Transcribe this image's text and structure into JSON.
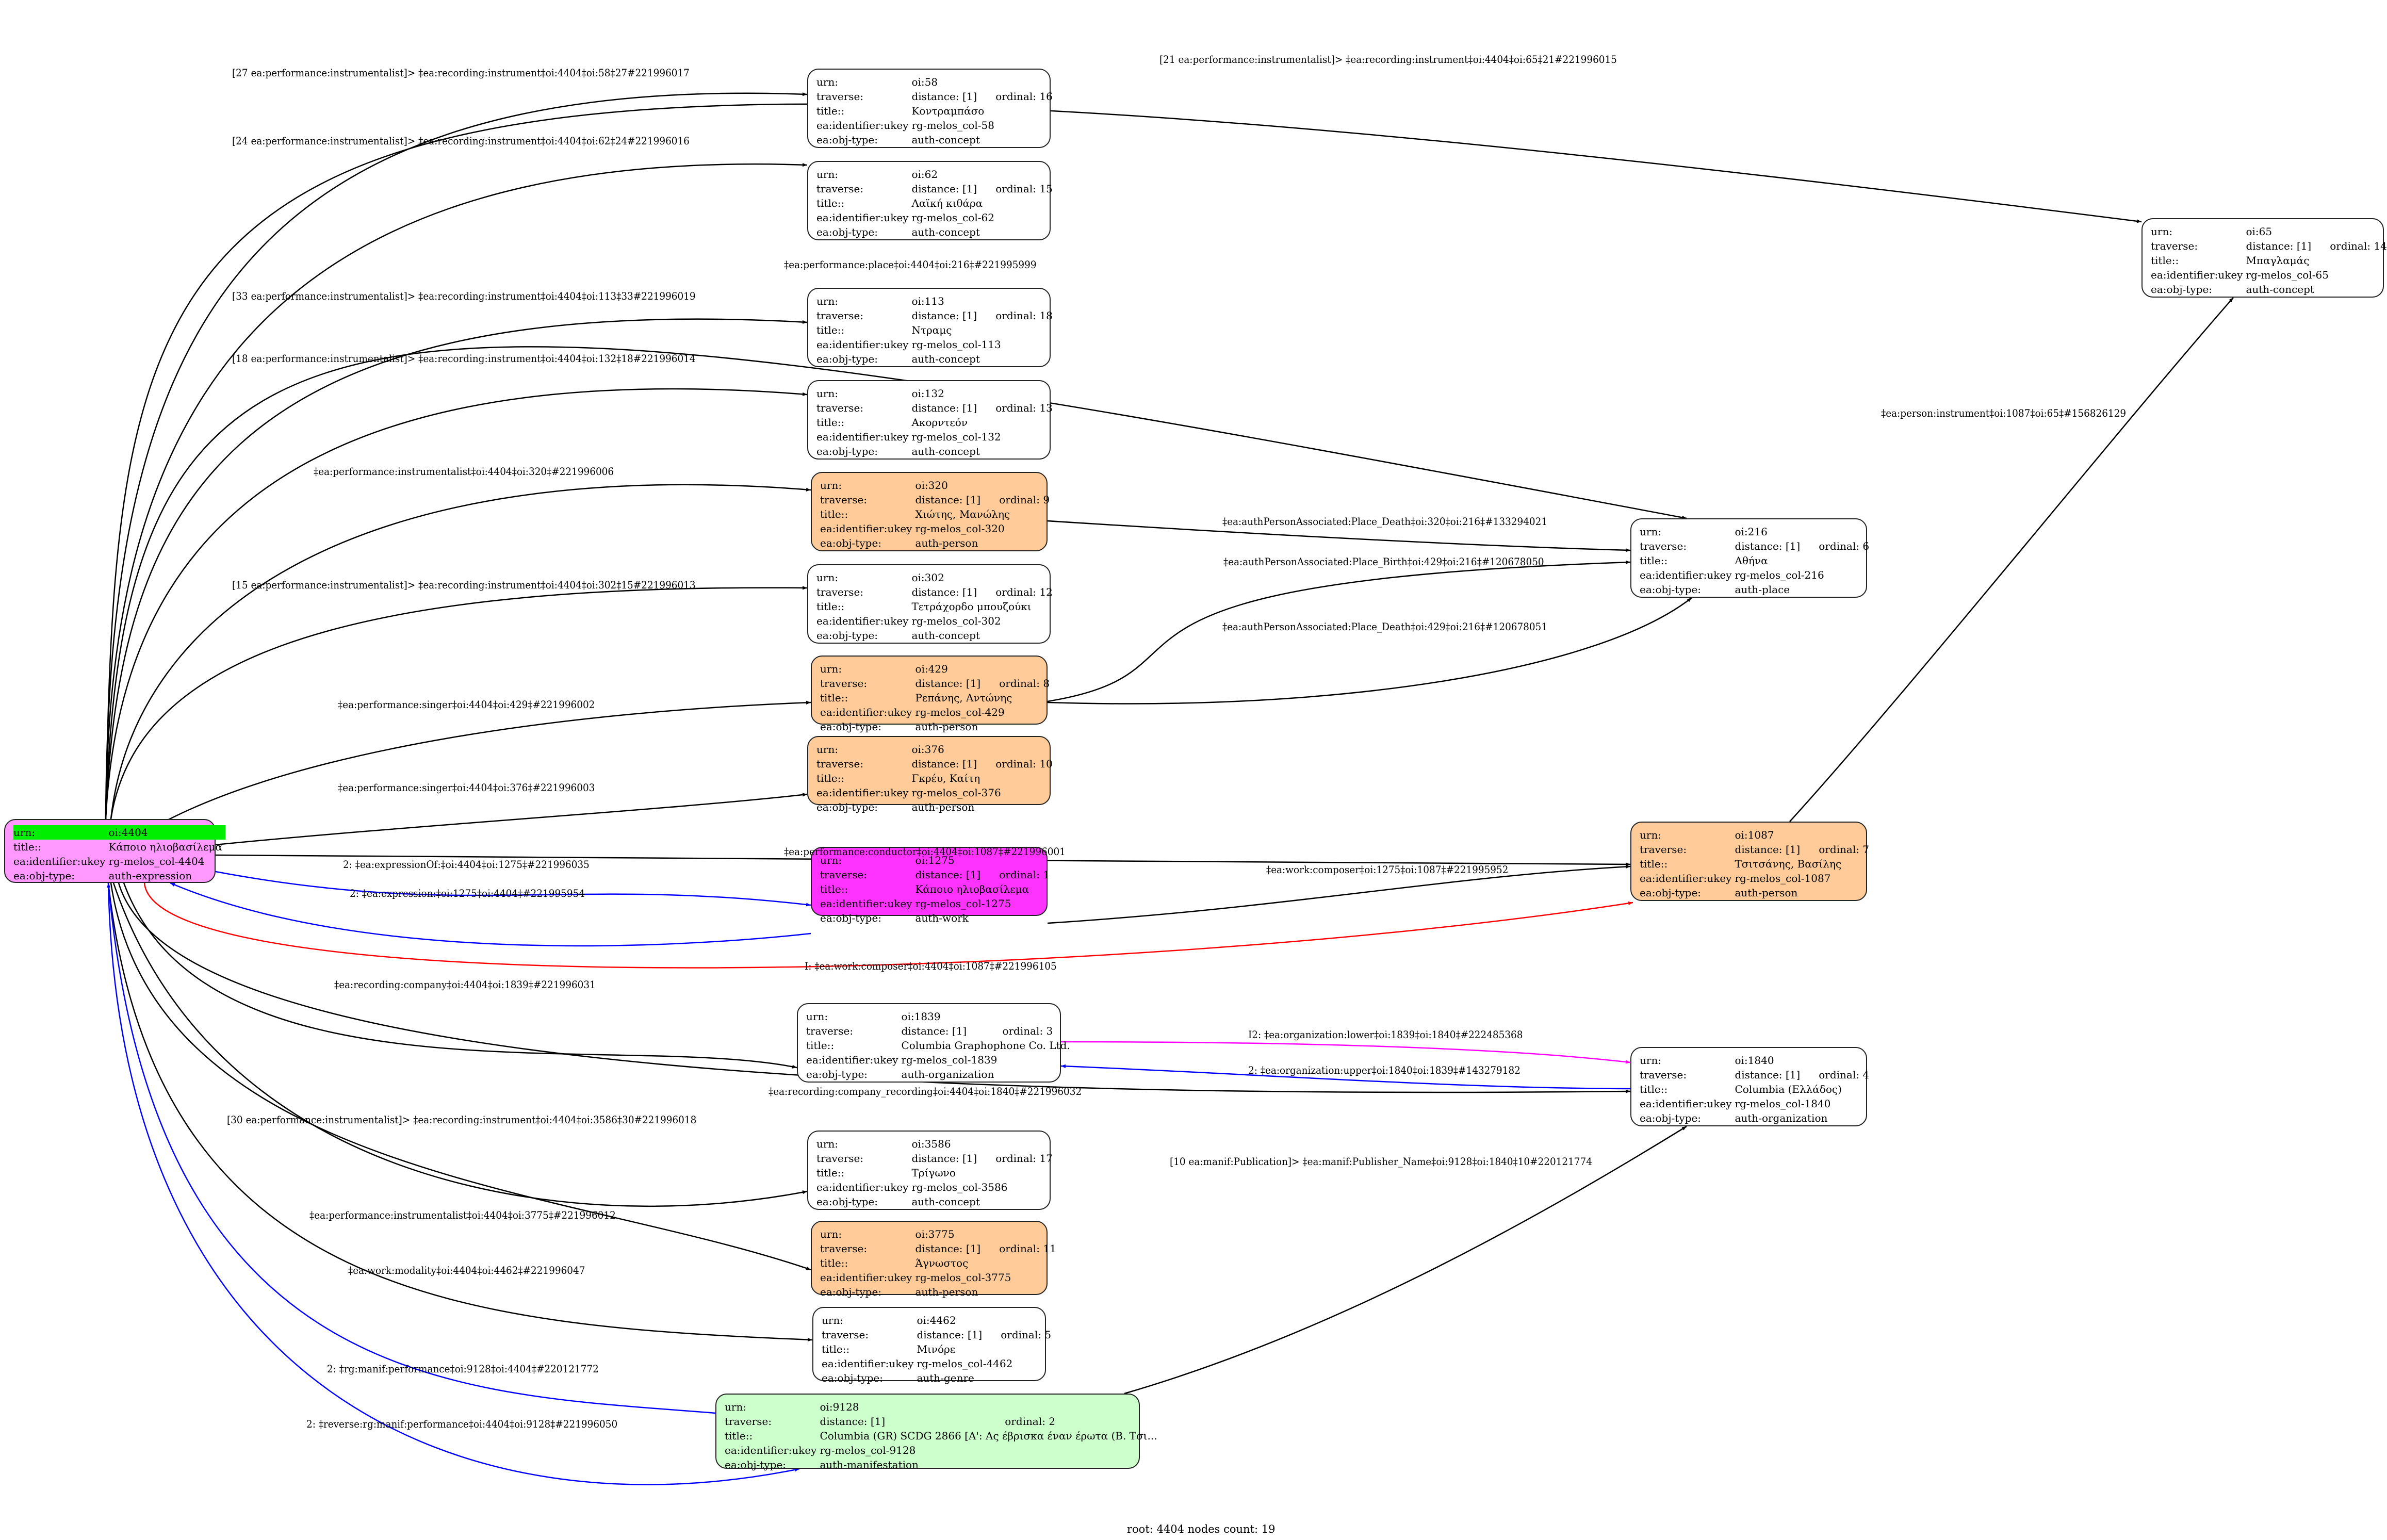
{
  "colors": {
    "root_fill": "#ff99ff",
    "root_highlight": "#00ee00",
    "person_fill": "#ffcc99",
    "work_fill": "#ff33ff",
    "manifestation_fill": "#ccffcc",
    "default_fill": "#ffffff",
    "edge_default": "#000000",
    "edge_blue": "#0000ff",
    "edge_red": "#ff0000",
    "edge_magenta": "#ff00ff"
  },
  "labels": {
    "urn": "urn:",
    "traverse": "traverse:",
    "title": "title::",
    "ukey": "ea:identifier:ukey",
    "objtype": "ea:obj-type:"
  },
  "nodes": [
    {
      "id": "4404",
      "urn": "oi:4404",
      "distance": "",
      "ordinal": "",
      "title": "Κάποιο ηλιοβασίλεμα",
      "ukey": "rg-melos_col-4404",
      "objtype": "auth-expression",
      "kind": "root"
    },
    {
      "id": "58",
      "urn": "oi:58",
      "distance": "distance: [1]",
      "ordinal": "ordinal: 16",
      "title": "Κοντραμπάσο",
      "ukey": "rg-melos_col-58",
      "objtype": "auth-concept",
      "kind": "default"
    },
    {
      "id": "62",
      "urn": "oi:62",
      "distance": "distance: [1]",
      "ordinal": "ordinal: 15",
      "title": "Λαϊκή κιθάρα",
      "ukey": "rg-melos_col-62",
      "objtype": "auth-concept",
      "kind": "default"
    },
    {
      "id": "65",
      "urn": "oi:65",
      "distance": "distance: [1]",
      "ordinal": "ordinal: 14",
      "title": "Μπαγλαμάς",
      "ukey": "rg-melos_col-65",
      "objtype": "auth-concept",
      "kind": "default"
    },
    {
      "id": "113",
      "urn": "oi:113",
      "distance": "distance: [1]",
      "ordinal": "ordinal: 18",
      "title": "Ντραμς",
      "ukey": "rg-melos_col-113",
      "objtype": "auth-concept",
      "kind": "default"
    },
    {
      "id": "132",
      "urn": "oi:132",
      "distance": "distance: [1]",
      "ordinal": "ordinal: 13",
      "title": "Ακορντεόν",
      "ukey": "rg-melos_col-132",
      "objtype": "auth-concept",
      "kind": "default"
    },
    {
      "id": "320",
      "urn": "oi:320",
      "distance": "distance: [1]",
      "ordinal": "ordinal: 9",
      "title": "Χιώτης, Μανώλης",
      "ukey": "rg-melos_col-320",
      "objtype": "auth-person",
      "kind": "person"
    },
    {
      "id": "216",
      "urn": "oi:216",
      "distance": "distance: [1]",
      "ordinal": "ordinal: 6",
      "title": "Αθήνα",
      "ukey": "rg-melos_col-216",
      "objtype": "auth-place",
      "kind": "default"
    },
    {
      "id": "302",
      "urn": "oi:302",
      "distance": "distance: [1]",
      "ordinal": "ordinal: 12",
      "title": "Τετράχορδο μπουζούκι",
      "ukey": "rg-melos_col-302",
      "objtype": "auth-concept",
      "kind": "default"
    },
    {
      "id": "429",
      "urn": "oi:429",
      "distance": "distance: [1]",
      "ordinal": "ordinal: 8",
      "title": "Ρεπάνης, Αντώνης",
      "ukey": "rg-melos_col-429",
      "objtype": "auth-person",
      "kind": "person"
    },
    {
      "id": "376",
      "urn": "oi:376",
      "distance": "distance: [1]",
      "ordinal": "ordinal: 10",
      "title": "Γκρέυ, Καίτη",
      "ukey": "rg-melos_col-376",
      "objtype": "auth-person",
      "kind": "person"
    },
    {
      "id": "1087",
      "urn": "oi:1087",
      "distance": "distance: [1]",
      "ordinal": "ordinal: 7",
      "title": "Τσιτσάνης, Βασίλης",
      "ukey": "rg-melos_col-1087",
      "objtype": "auth-person",
      "kind": "person"
    },
    {
      "id": "1275",
      "urn": "oi:1275",
      "distance": "distance: [1]",
      "ordinal": "ordinal: 1",
      "title": "Κάποιο ηλιοβασίλεμα",
      "ukey": "rg-melos_col-1275",
      "objtype": "auth-work",
      "kind": "work"
    },
    {
      "id": "1839",
      "urn": "oi:1839",
      "distance": "distance: [1]",
      "ordinal": "ordinal: 3",
      "title": "Columbia Graphophone Co. Ltd.",
      "ukey": "rg-melos_col-1839",
      "objtype": "auth-organization",
      "kind": "default"
    },
    {
      "id": "1840",
      "urn": "oi:1840",
      "distance": "distance: [1]",
      "ordinal": "ordinal: 4",
      "title": "Columbia (Ελλάδος)",
      "ukey": "rg-melos_col-1840",
      "objtype": "auth-organization",
      "kind": "default"
    },
    {
      "id": "3586",
      "urn": "oi:3586",
      "distance": "distance: [1]",
      "ordinal": "ordinal: 17",
      "title": "Τρίγωνο",
      "ukey": "rg-melos_col-3586",
      "objtype": "auth-concept",
      "kind": "default"
    },
    {
      "id": "3775",
      "urn": "oi:3775",
      "distance": "distance: [1]",
      "ordinal": "ordinal: 11",
      "title": "Άγνωστος",
      "ukey": "rg-melos_col-3775",
      "objtype": "auth-person",
      "kind": "person"
    },
    {
      "id": "4462",
      "urn": "oi:4462",
      "distance": "distance: [1]",
      "ordinal": "ordinal: 5",
      "title": "Μινόρε",
      "ukey": "rg-melos_col-4462",
      "objtype": "auth-genre",
      "kind": "default"
    },
    {
      "id": "9128",
      "urn": "oi:9128",
      "distance": "distance: [1]",
      "ordinal": "ordinal: 2",
      "title": "Columbia (GR) SCDG 2866 [Α': Ας έβρισκα έναν έρωτα (Β. Τσι...",
      "ukey": "rg-melos_col-9128",
      "objtype": "auth-manifestation",
      "kind": "manifestation"
    }
  ],
  "edges": [
    {
      "from": "4404",
      "to": "58",
      "color": "edge_default",
      "label": "[27 ea:performance:instrumentalist]> ‡ea:recording:instrument‡oi:4404‡oi:58‡27#221996017"
    },
    {
      "from": "4404",
      "to": "65",
      "color": "edge_default",
      "label": "[21 ea:performance:instrumentalist]> ‡ea:recording:instrument‡oi:4404‡oi:65‡21#221996015"
    },
    {
      "from": "4404",
      "to": "62",
      "color": "edge_default",
      "label": "[24 ea:performance:instrumentalist]> ‡ea:recording:instrument‡oi:4404‡oi:62‡24#221996016"
    },
    {
      "from": "4404",
      "to": "216",
      "color": "edge_default",
      "label": "‡ea:performance:place‡oi:4404‡oi:216‡#221995999"
    },
    {
      "from": "4404",
      "to": "113",
      "color": "edge_default",
      "label": "[33 ea:performance:instrumentalist]> ‡ea:recording:instrument‡oi:4404‡oi:113‡33#221996019"
    },
    {
      "from": "4404",
      "to": "132",
      "color": "edge_default",
      "label": "[18 ea:performance:instrumentalist]> ‡ea:recording:instrument‡oi:4404‡oi:132‡18#221996014"
    },
    {
      "from": "4404",
      "to": "320",
      "color": "edge_default",
      "label": "‡ea:performance:instrumentalist‡oi:4404‡oi:320‡#221996006"
    },
    {
      "from": "320",
      "to": "216",
      "color": "edge_default",
      "label": "‡ea:authPersonAssociated:Place_Death‡oi:320‡oi:216‡#133294021"
    },
    {
      "from": "429",
      "to": "216",
      "color": "edge_default",
      "label": "‡ea:authPersonAssociated:Place_Birth‡oi:429‡oi:216‡#120678050"
    },
    {
      "from": "429",
      "to": "216",
      "color": "edge_default",
      "label": "‡ea:authPersonAssociated:Place_Death‡oi:429‡oi:216‡#120678051"
    },
    {
      "from": "4404",
      "to": "302",
      "color": "edge_default",
      "label": "[15 ea:performance:instrumentalist]> ‡ea:recording:instrument‡oi:4404‡oi:302‡15#221996013"
    },
    {
      "from": "4404",
      "to": "429",
      "color": "edge_default",
      "label": "‡ea:performance:singer‡oi:4404‡oi:429‡#221996002"
    },
    {
      "from": "4404",
      "to": "376",
      "color": "edge_default",
      "label": "‡ea:performance:singer‡oi:4404‡oi:376‡#221996003"
    },
    {
      "from": "4404",
      "to": "1087",
      "color": "edge_default",
      "label": "‡ea:performance:conductor‡oi:4404‡oi:1087‡#221996001"
    },
    {
      "from": "1087",
      "to": "65",
      "color": "edge_default",
      "label": "‡ea:person:instrument‡oi:1087‡oi:65‡#156826129"
    },
    {
      "from": "4404",
      "to": "1275",
      "color": "edge_blue",
      "label": "2: ‡ea:expressionOf:‡oi:4404‡oi:1275‡#221996035"
    },
    {
      "from": "1275",
      "to": "4404",
      "color": "edge_blue",
      "label": "2: ‡ea:expression:‡oi:1275‡oi:4404‡#221995954"
    },
    {
      "from": "1275",
      "to": "1087",
      "color": "edge_default",
      "label": "‡ea:work:composer‡oi:1275‡oi:1087‡#221995952"
    },
    {
      "from": "4404",
      "to": "1087",
      "color": "edge_red",
      "label": "I: ‡ea:work:composer‡oi:4404‡oi:1087‡#221996105"
    },
    {
      "from": "4404",
      "to": "1839",
      "color": "edge_default",
      "label": "‡ea:recording:company‡oi:4404‡oi:1839‡#221996031"
    },
    {
      "from": "1839",
      "to": "1840",
      "color": "edge_magenta",
      "label": "I2: ‡ea:organization:lower‡oi:1839‡oi:1840‡#222485368"
    },
    {
      "from": "1840",
      "to": "1839",
      "color": "edge_blue",
      "label": "2: ‡ea:organization:upper‡oi:1840‡oi:1839‡#143279182"
    },
    {
      "from": "4404",
      "to": "1840",
      "color": "edge_default",
      "label": "‡ea:recording:company_recording‡oi:4404‡oi:1840‡#221996032"
    },
    {
      "from": "4404",
      "to": "3586",
      "color": "edge_default",
      "label": "[30 ea:performance:instrumentalist]> ‡ea:recording:instrument‡oi:4404‡oi:3586‡30#221996018"
    },
    {
      "from": "9128",
      "to": "1840",
      "color": "edge_default",
      "label": "[10 ea:manif:Publication]> ‡ea:manif:Publisher_Name‡oi:9128‡oi:1840‡10#220121774"
    },
    {
      "from": "4404",
      "to": "3775",
      "color": "edge_default",
      "label": "‡ea:performance:instrumentalist‡oi:4404‡oi:3775‡#221996012"
    },
    {
      "from": "4404",
      "to": "4462",
      "color": "edge_default",
      "label": "‡ea:work:modality‡oi:4404‡oi:4462‡#221996047"
    },
    {
      "from": "9128",
      "to": "4404",
      "color": "edge_blue",
      "label": "2: ‡rg:manif:performance‡oi:9128‡oi:4404‡#220121772"
    },
    {
      "from": "4404",
      "to": "9128",
      "color": "edge_blue",
      "label": "2: ‡reverse:rg:manif:performance‡oi:4404‡oi:9128‡#221996050"
    }
  ],
  "footer": {
    "text": "root: 4404 nodes count: 19"
  }
}
